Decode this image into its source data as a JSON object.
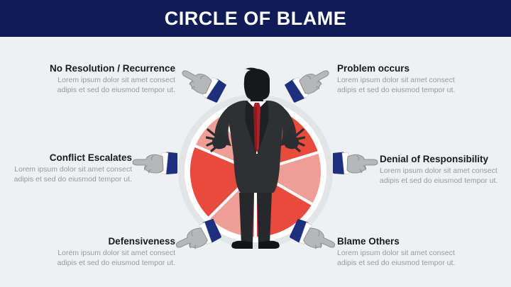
{
  "header": {
    "title": "CIRCLE OF BLAME"
  },
  "items": [
    {
      "id": "no-resolution",
      "position": "top-left",
      "title": "No Resolution / Recurrence",
      "body": "Lorem ipsum dolor sit amet consect adipis et sed do eiusmod tempor ut."
    },
    {
      "id": "problem-occurs",
      "position": "top-right",
      "title": "Problem occurs",
      "body": "Lorem ipsum dolor sit amet consect adipis et sed do eiusmod tempor ut."
    },
    {
      "id": "conflict-escalates",
      "position": "middle-left",
      "title": "Conflict Escalates",
      "body": "Lorem ipsum dolor sit amet consect adipis et sed do eiusmod tempor ut."
    },
    {
      "id": "denial-of-responsibility",
      "position": "middle-right",
      "title": "Denial of Responsibility",
      "body": "Lorem ipsum dolor sit amet consect adipis et sed do eiusmod tempor ut."
    },
    {
      "id": "defensiveness",
      "position": "bottom-left",
      "title": "Defensiveness",
      "body": "Lorem ipsum dolor sit amet consect adipis et sed do eiusmod tempor ut."
    },
    {
      "id": "blame-others",
      "position": "bottom-right",
      "title": "Blame Others",
      "body": "Lorem ipsum dolor sit amet consect adipis et sed do eiusmod tempor ut."
    }
  ],
  "icons": {
    "pointing_hand": "pointing-hand-icon",
    "businessman": "businessman-icon",
    "blame_wheel": "blame-wheel-icon"
  },
  "colors": {
    "header_bg": "#0f1c58",
    "title_text": "#ffffff",
    "background": "#eef0f2",
    "pie_red": "#e84a3b",
    "pie_pink": "#ef9e96",
    "ring_white": "#ffffff",
    "ring_gray": "#e3e4e6",
    "cuff_navy": "#1e2f7e",
    "hand_gray": "#b6b7b9",
    "hand_outline": "#8e8f91",
    "suit_dark": "#2e3033",
    "tie_red": "#ad222a",
    "heading_text": "#1b1b1b",
    "body_text": "#999a9c"
  }
}
